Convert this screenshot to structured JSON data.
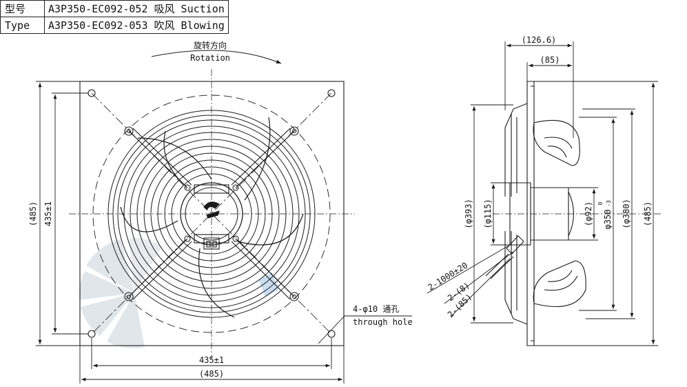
{
  "table": {
    "rows": [
      {
        "key": "型号",
        "value": "A3P350-EC092-052 吸风 Suction"
      },
      {
        "key": "Type",
        "value": "A3P350-EC092-053 吹风 Blowing"
      }
    ]
  },
  "rotation": {
    "cn": "旋转方向",
    "en": "Rotation"
  },
  "front": {
    "height_overall": "(485)",
    "height_holes": "435±1",
    "width_holes": "435±1",
    "width_overall": "(485)",
    "hole_note_cn": "4-φ10 通孔",
    "hole_note_en": "through hole"
  },
  "side": {
    "depth_overall": "(126.6)",
    "depth_guard": "(85)",
    "dia_393": "(φ393)",
    "dia_115": "(φ115)",
    "dia_92": "(φ92)",
    "dia_350": "φ350",
    "dia_350_tol_upper": "0",
    "dia_350_tol_lower": "-3",
    "dia_380": "(φ380)",
    "height_overall": "(485)",
    "cable_length": "2-1000±20",
    "cable_8": "2-(8)",
    "cable_85": "2-(85)"
  },
  "colors": {
    "line": "#1a1a1a",
    "watermark": "#c9d3dc",
    "accent": "#3d8fd0"
  }
}
